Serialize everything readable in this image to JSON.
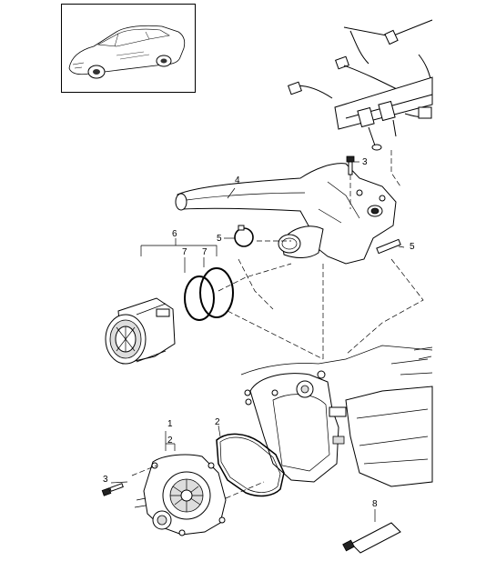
{
  "callouts": {
    "part_1": "1",
    "part_2_group": "2",
    "part_2_gasket": "2",
    "part_3_top": "3",
    "part_3_bottom": "3",
    "part_4": "4",
    "part_5_left": "5",
    "part_5_right": "5",
    "part_6": "6",
    "part_7_left": "7",
    "part_7_right": "7",
    "part_8": "8"
  },
  "icons": {
    "vehicle": "car-thumbnail-icon"
  }
}
